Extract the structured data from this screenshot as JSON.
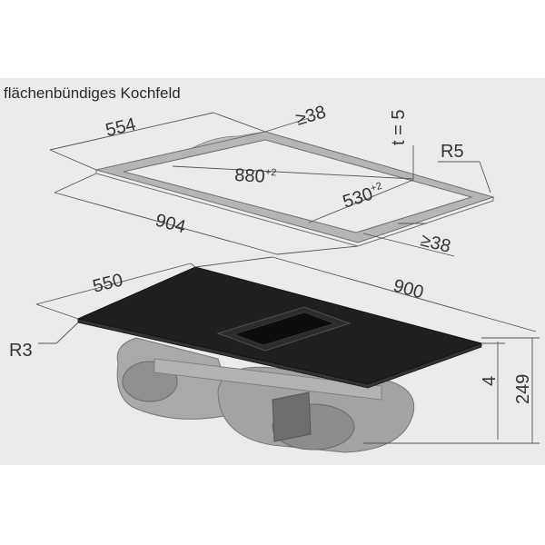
{
  "title": "flächenbündiges Kochfeld",
  "cutout": {
    "depth": "554",
    "min_edge_top": "≥38",
    "thickness": "t = 5",
    "radius": "R5",
    "inner_width": "880",
    "inner_width_tol": "+2",
    "inner_depth": "530",
    "inner_depth_tol": "+2",
    "outer_width": "904",
    "min_edge_bottom": "≥38"
  },
  "hob": {
    "depth": "550",
    "width": "900",
    "corner_radius": "R3",
    "glass_thickness": "4",
    "height": "249"
  },
  "colors": {
    "background": "#ebebeb",
    "frame": "#b3b3b3",
    "glass": "#1e1e1e",
    "housing": "#9a9a9a",
    "lines": "#555555"
  }
}
